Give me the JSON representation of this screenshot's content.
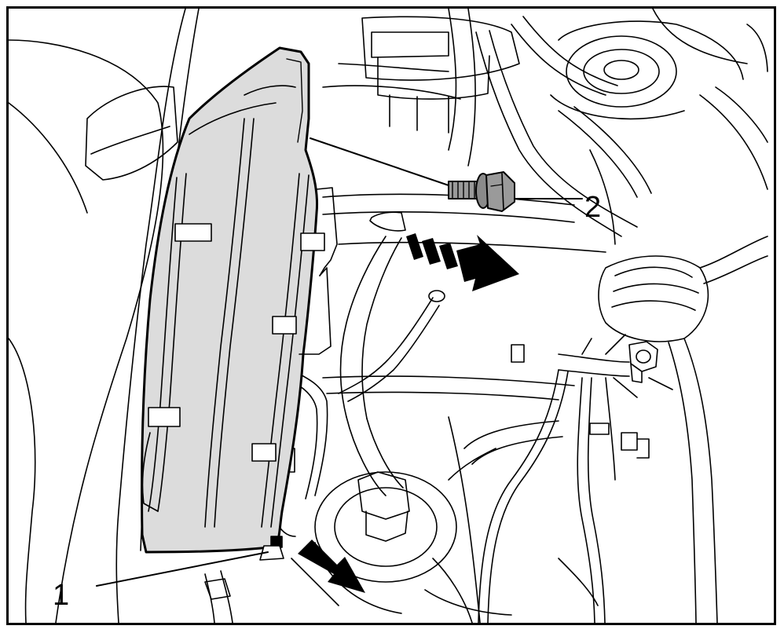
{
  "diagram": {
    "callouts": [
      {
        "number": "1",
        "target": "heat-shield-lower-fastener"
      },
      {
        "number": "2",
        "target": "hex-flange-bolt"
      }
    ],
    "colors": {
      "line": "#000000",
      "background": "#ffffff",
      "shield_fill": "#dcdcdc",
      "bolt_fill": "#9a9a9a",
      "arrow_fill": "#000000"
    }
  }
}
